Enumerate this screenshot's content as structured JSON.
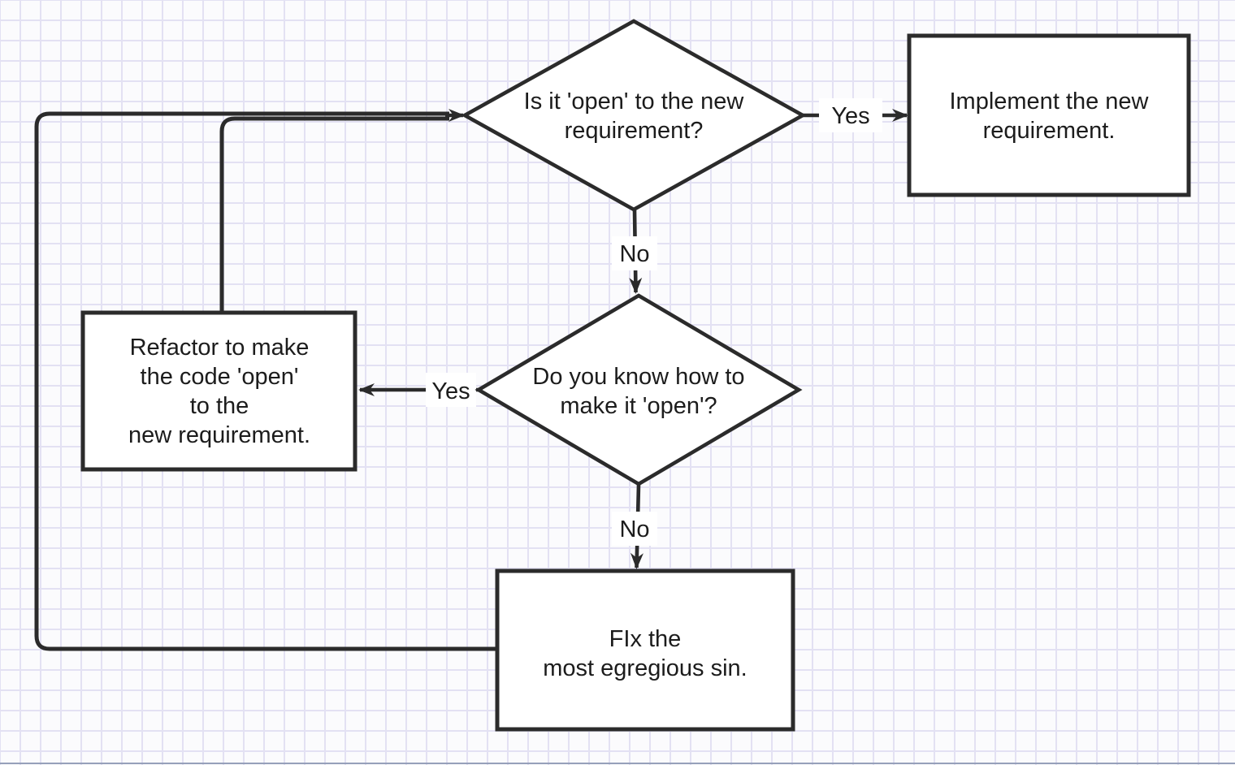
{
  "app": {
    "title": "Open-Closed Principle refactoring flowchart"
  },
  "palette": {
    "line_color": "#2b2b2b",
    "text_color": "#1c1c1c",
    "shape_fill": "#ffffff",
    "grid_line_color": "#e3e1f3",
    "paper_color": "#fbfbfd",
    "bottom_edge_color": "#96a0ba"
  },
  "nodes": {
    "decision_open": {
      "shape": "diamond",
      "lines": [
        "Is it 'open' to the new",
        "requirement?"
      ]
    },
    "process_implement": {
      "shape": "rectangle",
      "lines": [
        "Implement the new",
        "requirement."
      ]
    },
    "decision_know_how": {
      "shape": "diamond",
      "lines": [
        "Do you know how to",
        "make it 'open'?"
      ]
    },
    "process_refactor": {
      "shape": "rectangle",
      "lines": [
        "Refactor to make",
        "the code 'open'",
        "to the",
        "new requirement."
      ]
    },
    "process_fix_sin": {
      "shape": "rectangle",
      "lines": [
        "FIx the",
        "most egregious sin."
      ]
    }
  },
  "edge_labels": {
    "open_yes": "Yes",
    "open_no": "No",
    "know_yes": "Yes",
    "know_no": "No"
  },
  "edges": [
    {
      "from": "decision_open",
      "to": "process_implement",
      "label": "Yes"
    },
    {
      "from": "decision_open",
      "to": "decision_know_how",
      "label": "No"
    },
    {
      "from": "decision_know_how",
      "to": "process_refactor",
      "label": "Yes"
    },
    {
      "from": "decision_know_how",
      "to": "process_fix_sin",
      "label": "No"
    },
    {
      "from": "process_refactor",
      "to": "decision_open",
      "label": ""
    },
    {
      "from": "process_fix_sin",
      "to": "decision_open",
      "label": ""
    }
  ]
}
